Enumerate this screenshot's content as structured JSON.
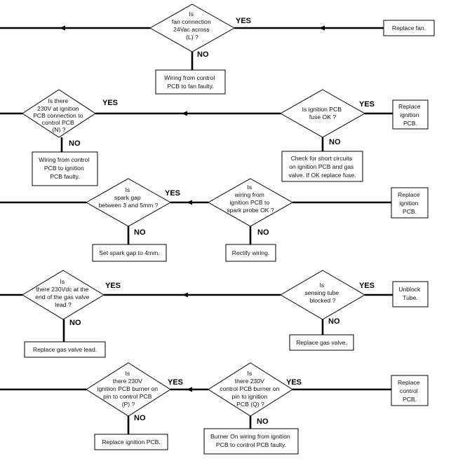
{
  "flowchart": {
    "labels": {
      "yes": "YES",
      "no": "NO"
    },
    "row1": {
      "decision": [
        "Is",
        "fan connection",
        "24Vac across",
        "(L) ?"
      ],
      "yes_result": [
        "Replace fan."
      ],
      "no_result": [
        "Wiring from control",
        "PCB to fan faulty."
      ]
    },
    "row2": {
      "decision1": [
        "Is there",
        "230V at ignition",
        "PCB connection to",
        "control PCB",
        "(N) ?"
      ],
      "no_result1": [
        "Wiring from control",
        "PCB to ignition",
        "PCB faulty."
      ],
      "decision2": [
        "Is ignition PCB",
        "fuse OK ?"
      ],
      "no_result2": [
        "Check for short circuits",
        "on ignition PCB and gas",
        "valve. If OK replace fuse."
      ],
      "yes_result": [
        "Replace",
        "ignition",
        "PCB."
      ]
    },
    "row3": {
      "decision1": [
        "Is",
        "spark gap",
        "between 3 and 5mm ?"
      ],
      "no_result1": [
        "Set spark gap to 4mm."
      ],
      "decision2": [
        "Is",
        "wiring from",
        "ignition PCB to",
        "spark probe OK ?"
      ],
      "no_result2": [
        "Rectify wiring."
      ],
      "yes_result": [
        "Replace",
        "ignition",
        "PCB."
      ]
    },
    "row4": {
      "decision1": [
        "Is",
        "there 230Vdc at the",
        "end of the gas valve",
        "lead ?"
      ],
      "no_result1": [
        "Replace gas valve lead."
      ],
      "decision2": [
        "Is",
        "sensing tube",
        "blocked ?"
      ],
      "no_result2": [
        "Replace gas valve."
      ],
      "yes_result": [
        "Unblock",
        "Tube."
      ]
    },
    "row5": {
      "decision1": [
        "Is",
        "there 230V",
        "ignition PCB burner on",
        "pin to control PCB",
        "(P) ?"
      ],
      "no_result1": [
        "Replace ignition PCB."
      ],
      "decision2": [
        "Is",
        "there 230V",
        "control PCB burner on",
        "pin to ignition",
        "PCB (Q) ?"
      ],
      "no_result2": [
        "Burner On wiring from ignition",
        "PCB to control PCB faulty."
      ],
      "yes_result": [
        "Replace",
        "control",
        "PCB."
      ]
    }
  }
}
